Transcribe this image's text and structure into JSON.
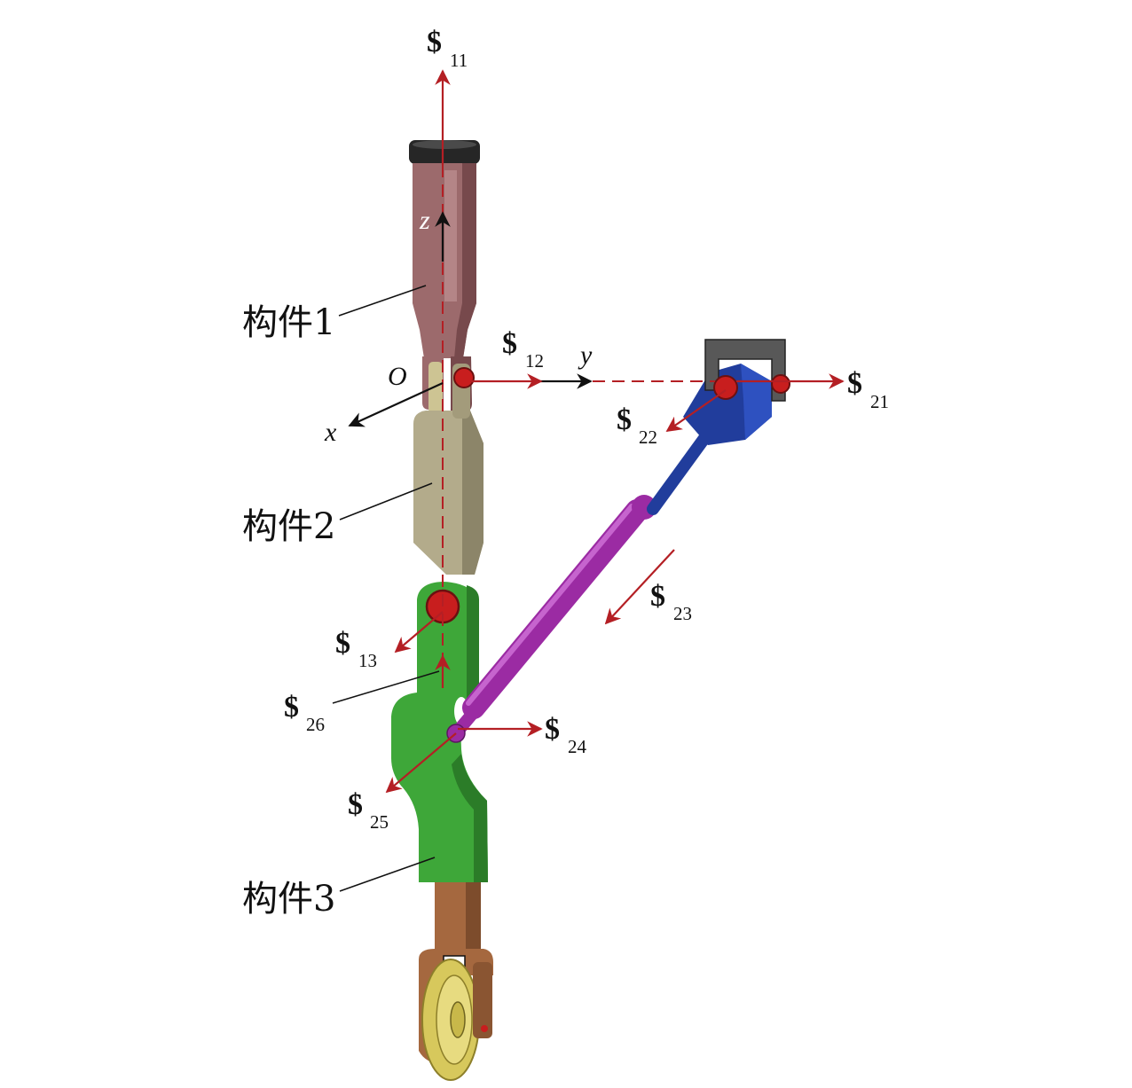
{
  "components": {
    "c1": "构件1",
    "c2": "构件2",
    "c3": "构件3"
  },
  "axes": {
    "origin": "O",
    "x": "x",
    "y": "y",
    "z": "z"
  },
  "screws": {
    "s11": {
      "symbol": "$",
      "sub": "11"
    },
    "s12": {
      "symbol": "$",
      "sub": "12"
    },
    "s13": {
      "symbol": "$",
      "sub": "13"
    },
    "s21": {
      "symbol": "$",
      "sub": "21"
    },
    "s22": {
      "symbol": "$",
      "sub": "22"
    },
    "s23": {
      "symbol": "$",
      "sub": "23"
    },
    "s24": {
      "symbol": "$",
      "sub": "24"
    },
    "s25": {
      "symbol": "$",
      "sub": "25"
    },
    "s26": {
      "symbol": "$",
      "sub": "26"
    }
  },
  "colors": {
    "screw_axis": "#b41f24",
    "component1": "#9c6a6c",
    "component1_shade": "#77494c",
    "component2": "#b3ab8b",
    "component2_shade": "#8c8569",
    "component3": "#3ea739",
    "component3_shade": "#2b7c28",
    "actuator_cylinder": "#9b2ba3",
    "actuator_rod": "#213d9c",
    "pin": "#c81e1e",
    "wheel": "#d7c85c",
    "lower_strut": "#a5683f"
  }
}
